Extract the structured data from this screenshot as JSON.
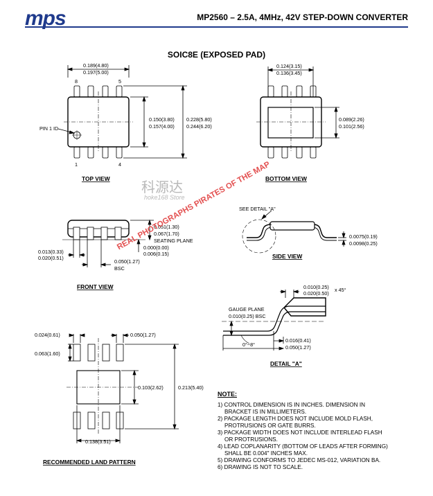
{
  "header": {
    "logo_text": "mps",
    "title": "MP2560 – 2.5A, 4MHz, 42V STEP-DOWN CONVERTER"
  },
  "package_title": "SOIC8E (EXPOSED PAD)",
  "top_view": {
    "label": "TOP VIEW",
    "width_dim": [
      "0.189(4.80)",
      "0.197(5.00)"
    ],
    "body_dim": [
      "0.150(3.80)",
      "0.157(4.00)"
    ],
    "overall_dim": [
      "0.228(5.80)",
      "0.244(6.20)"
    ],
    "pin8": "8",
    "pin5": "5",
    "pin1": "1",
    "pin4": "4",
    "pin1_id": "PIN 1 ID"
  },
  "bottom_view": {
    "label": "BOTTOM VIEW",
    "pad_width_dim": [
      "0.124(3.15)",
      "0.136(3.45)"
    ],
    "pad_height_dim": [
      "0.089(2.26)",
      "0.101(2.56)"
    ]
  },
  "front_view": {
    "label": "FRONT VIEW",
    "height_dim": [
      "0.051(1.30)",
      "0.067(1.70)"
    ],
    "seating_plane": "SEATING PLANE",
    "standoff_dim": [
      "0.000(0.00)",
      "0.006(0.15)"
    ],
    "lead_width_dim": [
      "0.013(0.33)",
      "0.020(0.51)"
    ],
    "pitch_dim": [
      "0.050(1.27)",
      "BSC"
    ]
  },
  "side_view": {
    "label": "SIDE VIEW",
    "see_detail": "SEE DETAIL \"A\"",
    "thickness_dim": [
      "0.0075(0.19)",
      "0.0098(0.25)"
    ]
  },
  "detail_a": {
    "label": "DETAIL \"A\"",
    "chamfer_dim": [
      "0.010(0.25)",
      "0.020(0.50)"
    ],
    "chamfer_angle": "x 45°",
    "gauge_plane": "GAUGE PLANE",
    "gauge_dim": "0.010(0.25) BSC",
    "angle": "0°~8°",
    "foot_dim": [
      "0.016(0.41)",
      "0.050(1.27)"
    ]
  },
  "land_pattern": {
    "label": "RECOMMENDED LAND PATTERN",
    "pad_width": "0.024(0.61)",
    "pitch": "0.050(1.27)",
    "pad_length": "0.063(1.60)",
    "pad_center_height": "0.103(2.62)",
    "overall_height": "0.213(5.40)",
    "center_width": "0.138(3.51)"
  },
  "notes": {
    "title": "NOTE:",
    "items": [
      "1) CONTROL DIMENSION IS IN INCHES. DIMENSION IN",
      "BRACKET IS IN MILLIMETERS.",
      "2) PACKAGE LENGTH DOES NOT INCLUDE MOLD FLASH,",
      "PROTRUSIONS OR GATE BURRS.",
      "3) PACKAGE WIDTH DOES NOT INCLUDE INTERLEAD FLASH",
      "OR PROTRUSIONS.",
      "4) LEAD COPLANARITY (BOTTOM OF LEADS AFTER FORMING)",
      "SHALL BE 0.004\" INCHES MAX.",
      "5) DRAWING CONFORMS TO JEDEC MS-012, VARIATION BA.",
      "6) DRAWING IS NOT TO SCALE."
    ]
  },
  "watermark": {
    "cn": "科源达",
    "store": "hoke168 Store",
    "red": "REAL PHOTOGRAPHS PIRATES OF THE MAP"
  },
  "colors": {
    "brand": "#1f3a8c",
    "watermark_red": "#e35050",
    "watermark_gray": "#b9b9b9"
  }
}
